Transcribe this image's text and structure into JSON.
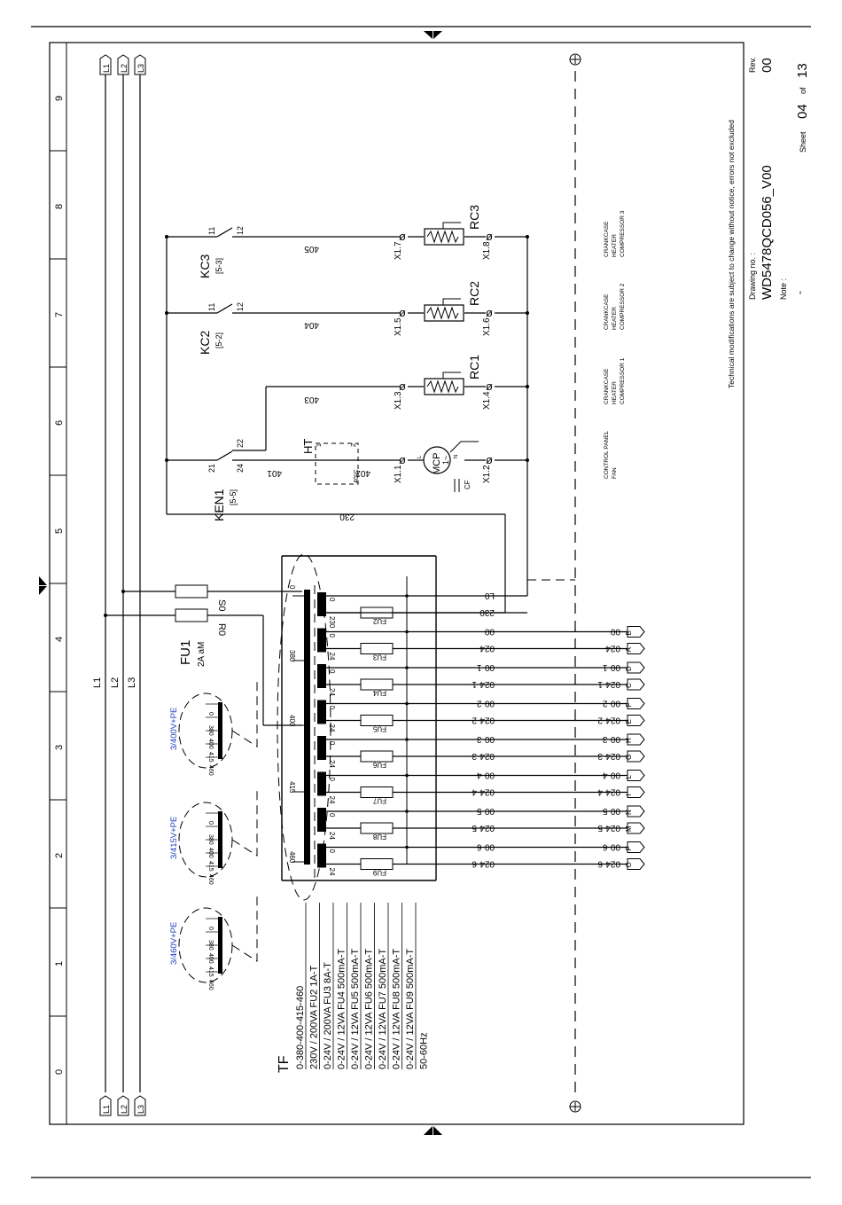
{
  "title_block": {
    "drawing_no_label": "Drawing no. :",
    "drawing_no": "WD5478QCD056_V00",
    "note_label": "Note :",
    "note_value": "-",
    "rev_label": "Rev.",
    "rev_value": "00",
    "sheet_label": "Sheet",
    "sheet_no": "04",
    "sheet_of": "of",
    "sheet_total": "13",
    "disclaimer": "Technical modifications are subject to change without notice, errors not excluded"
  },
  "grid_columns": [
    "0",
    "1",
    "2",
    "3",
    "4",
    "5",
    "6",
    "7",
    "8",
    "9"
  ],
  "phases": {
    "tags": [
      "L1",
      "L2",
      "L3"
    ],
    "line_labels": [
      "L1",
      "L2",
      "L3"
    ]
  },
  "fuse_main": {
    "name": "FU1",
    "rating": "2A aM",
    "wire_r": "R0",
    "wire_s": "S0"
  },
  "voltage_options": [
    "3/400V+PE",
    "3/415V+PE",
    "3/460V+PE"
  ],
  "taps": [
    "0",
    "380",
    "400",
    "415",
    "460"
  ],
  "transformer_spec": {
    "name": "TF",
    "lines": [
      "0-380-400-415-460",
      "230V / 200VA    FU2 1A-T",
      "0-24V / 200VA   FU3 8A-T",
      "0-24V / 12VA    FU4 500mA-T",
      "0-24V / 12VA    FU5 500mA-T",
      "0-24V / 12VA    FU6 500mA-T",
      "0-24V / 12VA    FU7 500mA-T",
      "0-24V / 12VA    FU8 500mA-T",
      "0-24V / 12VA    FU9 500mA-T",
      "50-60Hz"
    ]
  },
  "secondaries": [
    {
      "fuse": "FU2",
      "top": "0",
      "bottom": "230",
      "w1": "L0",
      "w2": "230",
      "tags": []
    },
    {
      "fuse": "FU3",
      "top": "0",
      "bottom": "24",
      "w1": "00",
      "w2": "024",
      "tags": [
        "B",
        "A"
      ]
    },
    {
      "fuse": "FU4",
      "top": "0",
      "bottom": "24",
      "w1": "00-1",
      "w2": "024-1",
      "tags": [
        "D",
        "C"
      ]
    },
    {
      "fuse": "FU5",
      "top": "0",
      "bottom": "24",
      "w1": "00-2",
      "w2": "024-2",
      "tags": [
        "F",
        "E"
      ]
    },
    {
      "fuse": "FU6",
      "top": "0",
      "bottom": "24",
      "w1": "00-3",
      "w2": "024-3",
      "tags": [
        "H",
        "G"
      ]
    },
    {
      "fuse": "FU7",
      "top": "0",
      "bottom": "24",
      "w1": "00-4",
      "w2": "024-4",
      "tags": [
        "L",
        "I"
      ]
    },
    {
      "fuse": "FU8",
      "top": "0",
      "bottom": "24",
      "w1": "00-5",
      "w2": "024-5",
      "tags": [
        "N",
        "M"
      ]
    },
    {
      "fuse": "FU9",
      "top": "0",
      "bottom": "24",
      "w1": "00-6",
      "w2": "024-6",
      "tags": [
        "P",
        "O"
      ]
    }
  ],
  "control": {
    "wire_230": "230",
    "contacts": [
      {
        "name": "KEN1",
        "ref": "[5-5]",
        "pin_a": "21",
        "pin_b": "22",
        "pin_c": "24"
      },
      {
        "name": "KC2",
        "ref": "[5-2]",
        "pin_a": "11",
        "pin_b": "12"
      },
      {
        "name": "KC3",
        "ref": "[5-3]",
        "pin_a": "11",
        "pin_b": "12"
      }
    ],
    "thermostat": {
      "name": "HT",
      "label": "40°C",
      "pin1": "1",
      "pin2": "2"
    },
    "wires": [
      "401",
      "402",
      "403",
      "404",
      "405"
    ],
    "terminals": [
      "X1.1",
      "X1.2",
      "X1.3",
      "X1.4",
      "X1.5",
      "X1.6",
      "X1.7",
      "X1.8"
    ],
    "fan": {
      "name": "MCP",
      "phase": "1~",
      "cap": "CF",
      "l": "L",
      "n": "N"
    },
    "heaters": [
      "RC1",
      "RC2",
      "RC3"
    ],
    "descriptions": [
      [
        "CONTROL PANEL",
        "FAN"
      ],
      [
        "CRANKCASE",
        "HEATER",
        "COMPRESSOR 1"
      ],
      [
        "CRANKCASE",
        "HEATER",
        "COMPRESSOR 2"
      ],
      [
        "CRANKCASE",
        "HEATER",
        "COMPRESSOR 3"
      ]
    ]
  }
}
